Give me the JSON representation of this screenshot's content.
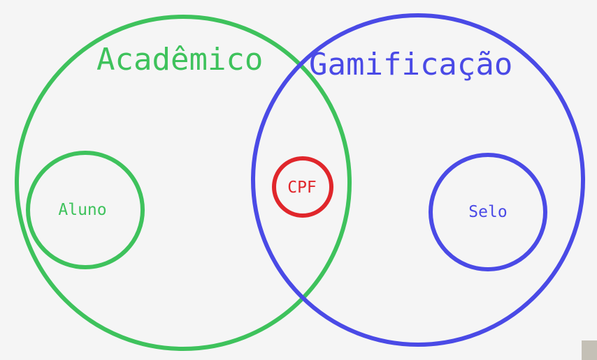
{
  "colors": {
    "background": "#f5f5f5",
    "academico": "#3ec25c",
    "gamificacao": "#4a4ae6",
    "shared": "#e0262b"
  },
  "sets": {
    "academico": {
      "title": "Acadêmico"
    },
    "gamificacao": {
      "title": "Gamificação"
    }
  },
  "entities": {
    "aluno": {
      "label": "Aluno"
    },
    "selo": {
      "label": "Selo"
    },
    "cpf": {
      "label": "CPF"
    }
  }
}
